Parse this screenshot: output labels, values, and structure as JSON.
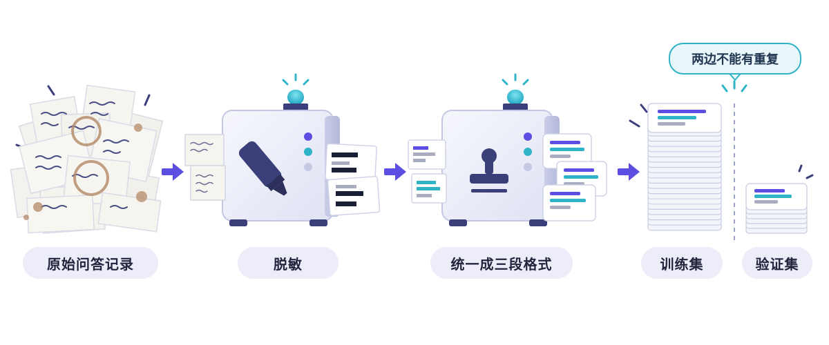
{
  "stages": [
    {
      "id": "raw",
      "label": "原始问答记录"
    },
    {
      "id": "desens",
      "label": "脱敏"
    },
    {
      "id": "format",
      "label": "统一成三段格式"
    },
    {
      "id": "train",
      "label": "训练集"
    },
    {
      "id": "valid",
      "label": "验证集"
    }
  ],
  "callout": {
    "text": "两边不能有重复"
  },
  "colors": {
    "accent": "#5b4ee0",
    "teal": "#2eb3c7",
    "navy": "#3a3f7a",
    "gray": "#a9acbf",
    "machine": "#eceefa",
    "pill": "#ecedf8",
    "stain": "#b48a67"
  },
  "icons": [
    "paper-pile",
    "redaction-machine",
    "marker-icon",
    "stamp-machine",
    "stamp-icon",
    "alarm-light",
    "flow-arrow",
    "train-stack",
    "valid-stack",
    "divider-line"
  ]
}
